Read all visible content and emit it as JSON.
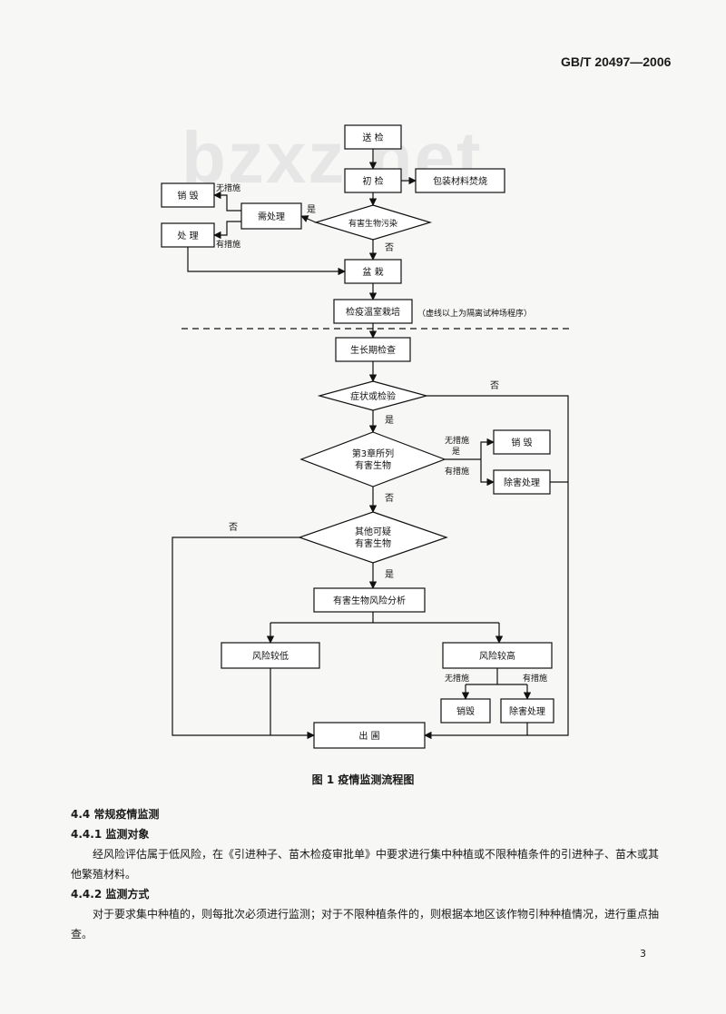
{
  "header": {
    "standard_no": "GB/T 20497—2006"
  },
  "watermark": "bzxz.net",
  "flowchart": {
    "songjian": "送  检",
    "chujian": "初  检",
    "baozhuang": "包装材料焚烧",
    "youhai_wuran": "有害生物污染",
    "xu_chuli": "需处理",
    "xiaohui_top": "销  毁",
    "chuli": "处  理",
    "wu_cuoshi_top": "无措施",
    "you_cuoshi_top": "有措施",
    "shi_top": "是",
    "fou_top": "否",
    "penzai": "盆  栽",
    "wenshi": "检疫温室栽培",
    "xuxian_note": "（虚线以上为隔离试种场程序）",
    "shengzhang": "生长期检查",
    "zhengzhuang": "症状或检验",
    "fou_zz": "否",
    "shi_zz": "是",
    "di3zhang_l1": "第3章所列",
    "di3zhang_l2": "有害生物",
    "wu_cuoshi_mid": "无措施",
    "shi_mid": "是",
    "you_cuoshi_mid": "有措施",
    "xiaohui_mid": "销  毁",
    "chuhai_mid": "除害处理",
    "fou_d3": "否",
    "qita_l1": "其他可疑",
    "qita_l2": "有害生物",
    "fou_qita": "否",
    "shi_qita": "是",
    "fengxian_fenxi": "有害生物风险分析",
    "fengxian_di": "风险较低",
    "fengxian_gao": "风险较高",
    "wu_cuoshi_low": "无措施",
    "you_cuoshi_low": "有措施",
    "xiaohui_low": "销毁",
    "chuhai_low": "除害处理",
    "chupu": "出  圃"
  },
  "caption": "图 1   疫情监测流程图",
  "section_4_4": "4.4   常规疫情监测",
  "section_4_4_1": "4.4.1   监测对象",
  "para_1": "经风险评估属于低风险，在《引进种子、苗木检疫审批单》中要求进行集中种植或不限种植条件的引进种子、苗木或其他繁殖材料。",
  "section_4_4_2": "4.4.2   监测方式",
  "para_2": "对于要求集中种植的，则每批次必须进行监测；对于不限种植条件的，则根据本地区该作物引种种植情况，进行重点抽查。",
  "page_number": "3"
}
